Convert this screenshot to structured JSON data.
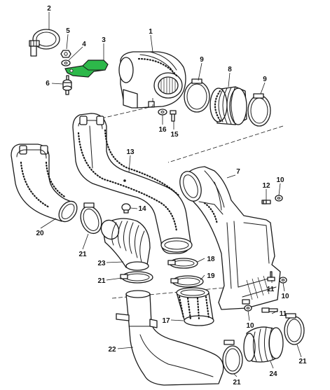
{
  "highlight_color": "#2db84a",
  "callouts": {
    "n1": "1",
    "n2": "2",
    "n3": "3",
    "n4": "4",
    "n5": "5",
    "n6": "6",
    "n7": "7",
    "n8": "8",
    "n9a": "9",
    "n9b": "9",
    "n10a": "10",
    "n10b": "10",
    "n10c": "10",
    "n11a": "11",
    "n11b": "11",
    "n12": "12",
    "n13": "13",
    "n14": "14",
    "n15": "15",
    "n16": "16",
    "n17": "17",
    "n18": "18",
    "n19": "19",
    "n20": "20",
    "n21a": "21",
    "n21b": "21",
    "n21c": "21",
    "n21d": "21",
    "n22": "22",
    "n23": "23",
    "n24": "24"
  }
}
